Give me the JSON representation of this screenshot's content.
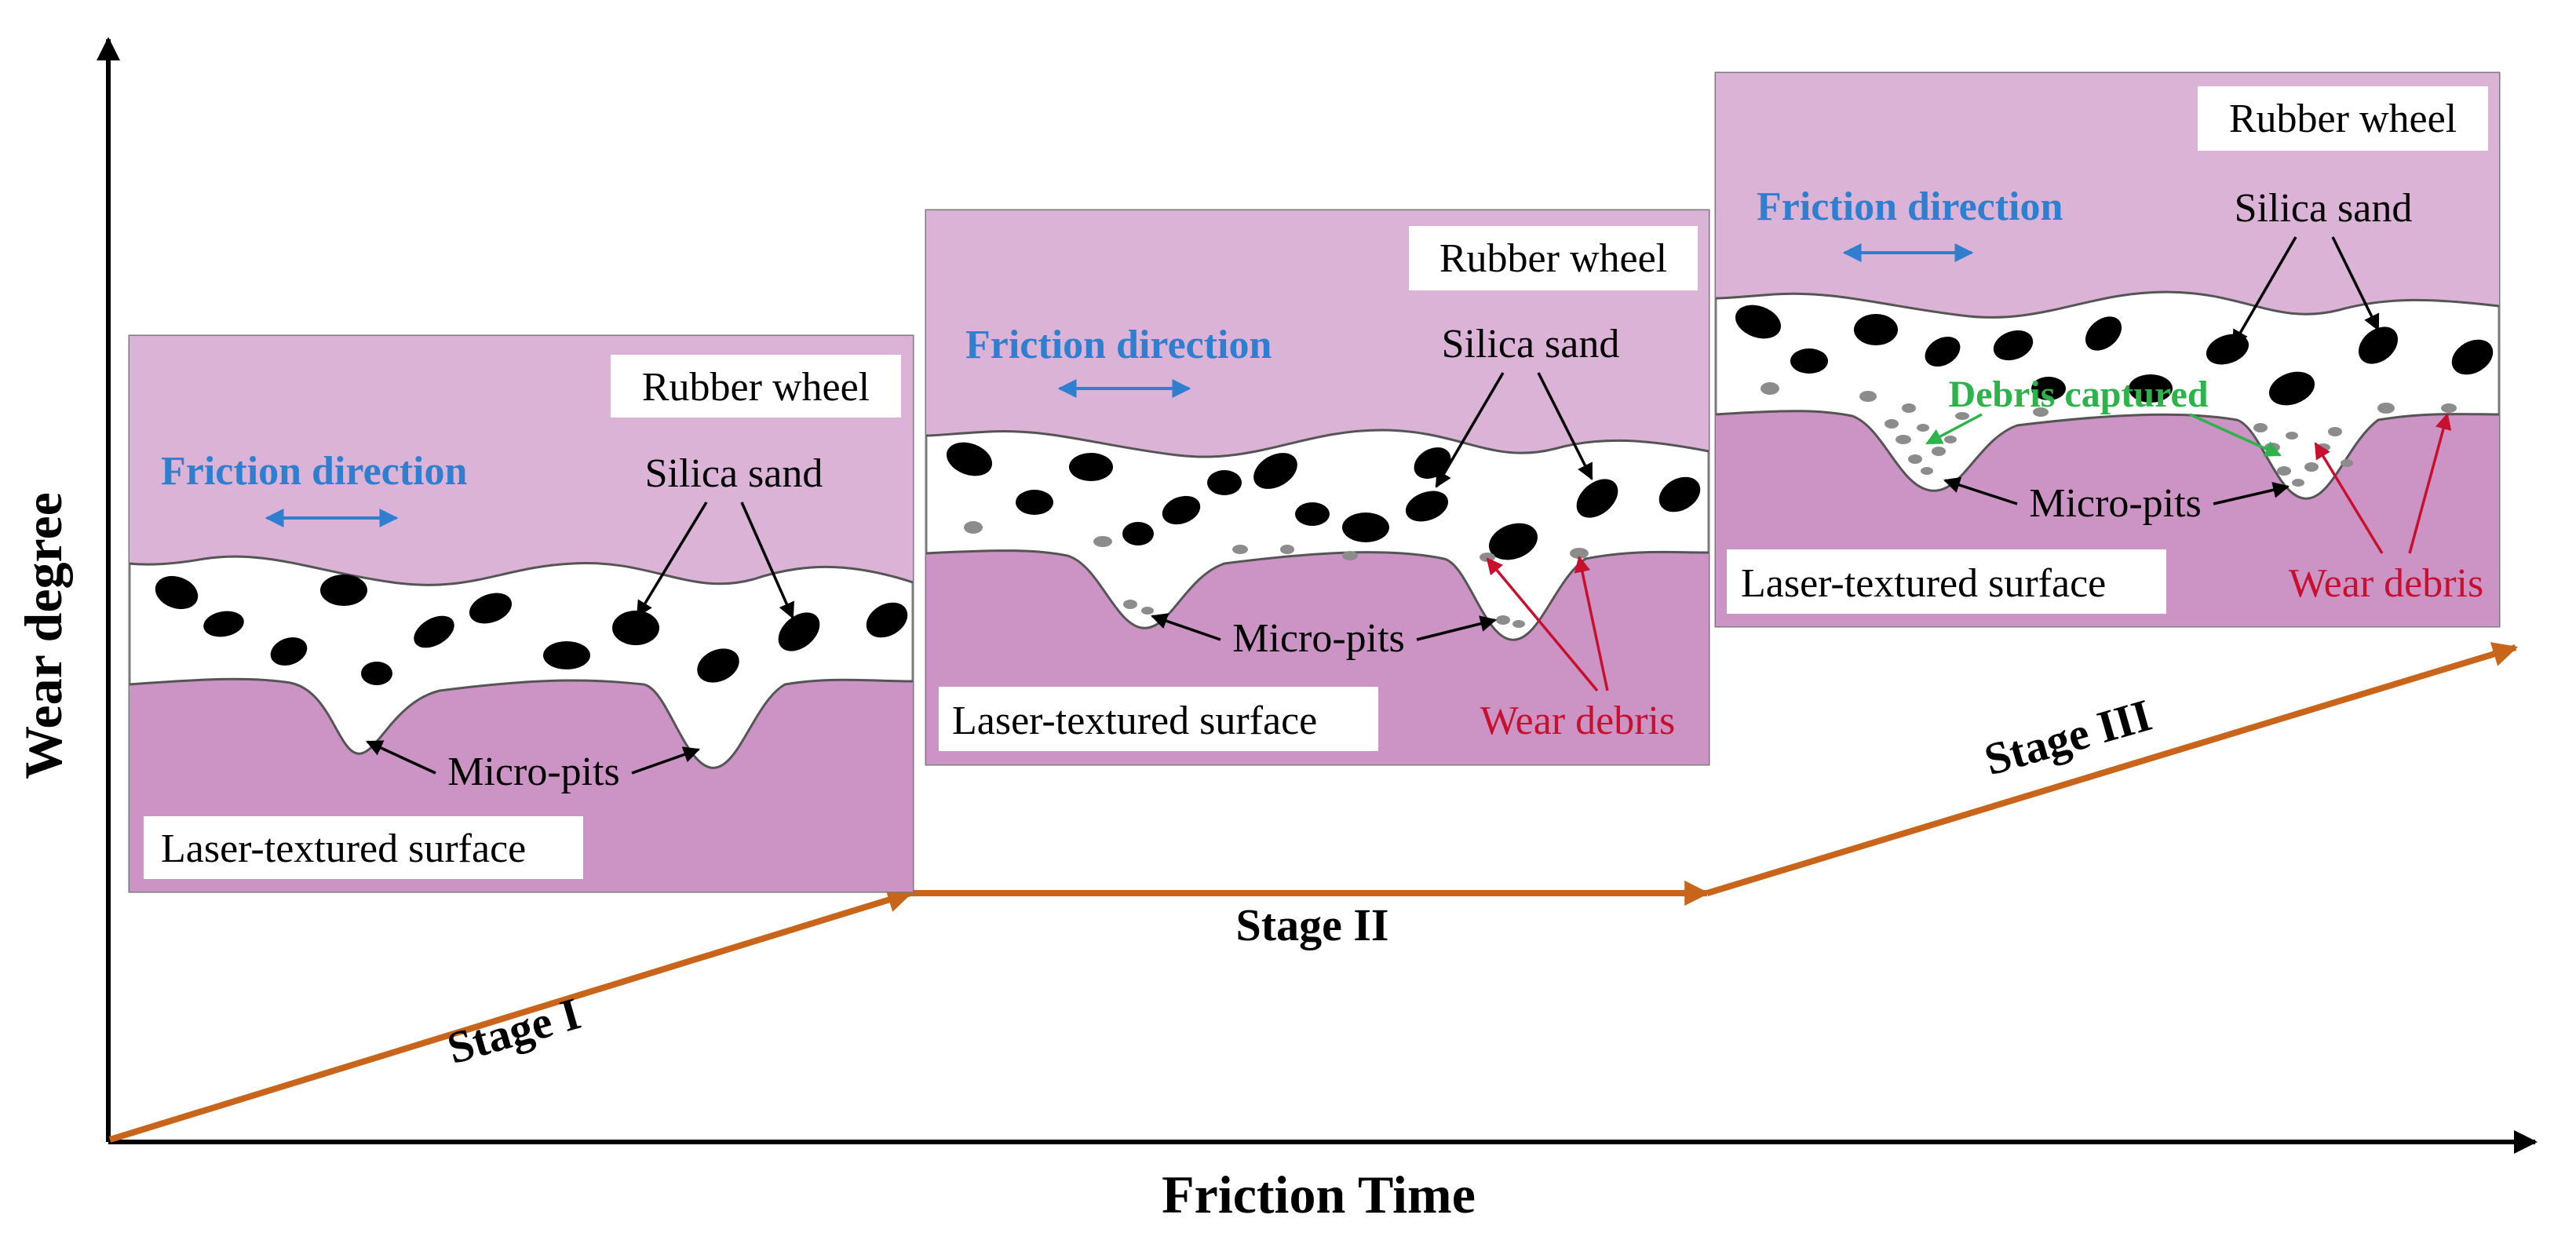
{
  "axes": {
    "y_label": "Wear degree",
    "x_label": "Friction Time"
  },
  "stages": [
    {
      "stage_label": "Stage I",
      "rubber": "Rubber wheel",
      "friction": "Friction direction",
      "sand": "Silica sand",
      "pits": "Micro-pits",
      "surface": "Laser-textured surface"
    },
    {
      "stage_label": "Stage II",
      "rubber": "Rubber wheel",
      "friction": "Friction direction",
      "sand": "Silica sand",
      "pits": "Micro-pits",
      "surface": "Laser-textured surface",
      "debris": "Wear debris"
    },
    {
      "stage_label": "Stage III",
      "rubber": "Rubber wheel",
      "friction": "Friction direction",
      "sand": "Silica sand",
      "pits": "Micro-pits",
      "surface": "Laser-textured surface",
      "debris": "Wear debris",
      "captured": "Debris captured"
    }
  ],
  "colors": {
    "rubber_fill": "#dbb3d6",
    "substrate_fill": "#cc94c4",
    "friction_text": "#2e7fd0",
    "debris_text": "#c8102e",
    "captured_text": "#2cb34a",
    "progress_arrow": "#c8651b",
    "sand": "#000000",
    "debris_particle": "#8c8c8c"
  }
}
